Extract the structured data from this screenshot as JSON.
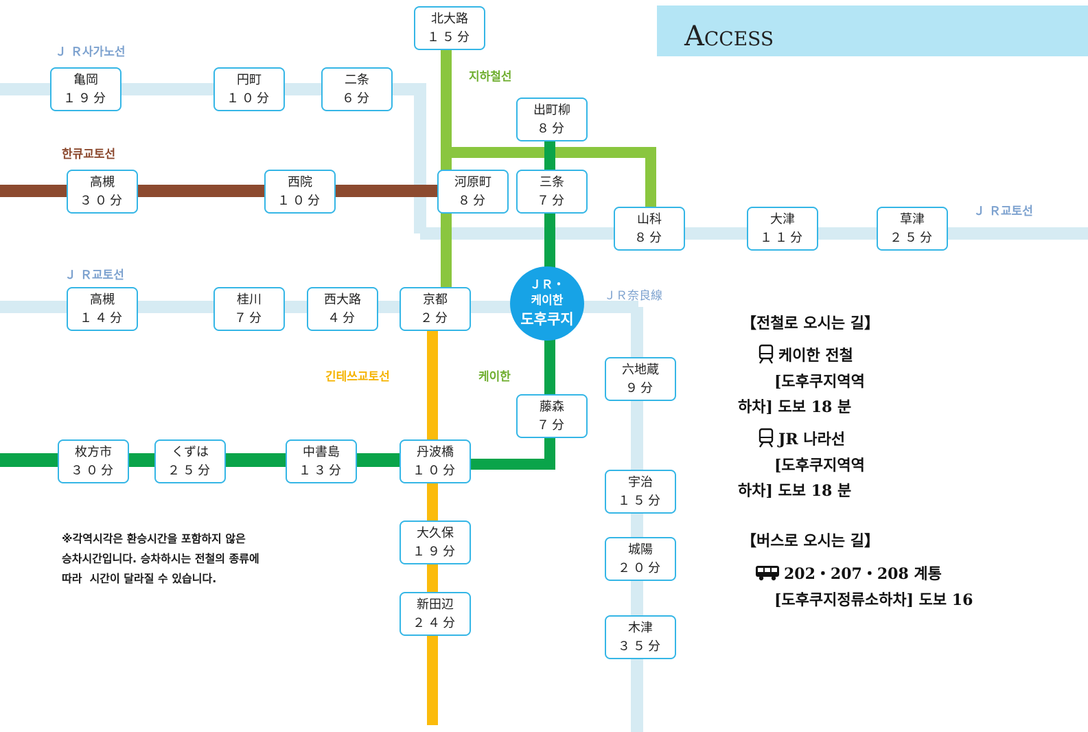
{
  "colors": {
    "jr": "#d6ebf3",
    "hankyu": "#8c4a2f",
    "subway": "#8ac63f",
    "keihan": "#0aa44a",
    "kintetsu": "#fbbb0c",
    "box_border": "#35b6e6",
    "hub": "#17a3e6",
    "access_band": "#b4e5f5"
  },
  "line_labels": {
    "jr_sagano": "Ｊ Ｒ사가노선",
    "hankyu_kyoto": "한큐교토선",
    "subway": "지하철선",
    "jr_kyoto_west": "Ｊ Ｒ교토선",
    "jr_kyoto_east": "Ｊ Ｒ교토선",
    "jr_nara": "ＪＲ奈良線",
    "kintetsu": "긴테쓰교토선",
    "keihan": "케이한"
  },
  "stations": {
    "kitaoji": {
      "name": "北大路",
      "time": "１５分"
    },
    "kameoka": {
      "name": "亀岡",
      "time": "１９分"
    },
    "enmachi": {
      "name": "円町",
      "time": "１０分"
    },
    "nijo": {
      "name": "二条",
      "time": "６分"
    },
    "demachiyanagi": {
      "name": "出町柳",
      "time": "８分"
    },
    "takatsuki_hankyu": {
      "name": "高槻",
      "time": "３０分"
    },
    "saiin": {
      "name": "西院",
      "time": "１０分"
    },
    "kawaramachi": {
      "name": "河原町",
      "time": "８分"
    },
    "sanjo": {
      "name": "三条",
      "time": "７分"
    },
    "yamashina": {
      "name": "山科",
      "time": "８分"
    },
    "otsu": {
      "name": "大津",
      "time": "１１分"
    },
    "kusatsu": {
      "name": "草津",
      "time": "２５分"
    },
    "takatsuki_jr": {
      "name": "高槻",
      "time": "１４分"
    },
    "katsuragawa": {
      "name": "桂川",
      "time": "７分"
    },
    "nishioji": {
      "name": "西大路",
      "time": "４分"
    },
    "kyoto": {
      "name": "京都",
      "time": "２分"
    },
    "rokujizo": {
      "name": "六地蔵",
      "time": "９分"
    },
    "fujinomori": {
      "name": "藤森",
      "time": "７分"
    },
    "hirakatashi": {
      "name": "枚方市",
      "time": "３０分"
    },
    "kuzuha": {
      "name": "くずは",
      "time": "２５分"
    },
    "nakashojima": {
      "name": "中書島",
      "time": "１３分"
    },
    "tambabashi": {
      "name": "丹波橋",
      "time": "１０分"
    },
    "uji": {
      "name": "宇治",
      "time": "１５分"
    },
    "okubo": {
      "name": "大久保",
      "time": "１９分"
    },
    "joyo": {
      "name": "城陽",
      "time": "２０分"
    },
    "shintanabe": {
      "name": "新田辺",
      "time": "２４分"
    },
    "kizu": {
      "name": "木津",
      "time": "３５分"
    }
  },
  "hub": {
    "line1": "ＪＲ・",
    "line2": "케이한",
    "line3": "도후쿠지"
  },
  "access": {
    "title": "Access",
    "train_heading": "【전철로 오시는 길】",
    "keihan_line": "케이한 전철",
    "keihan_stop": "[도후쿠지역역",
    "keihan_walk": "하차] 도보 18 분",
    "jr_line": "JR 나라선",
    "jr_stop": "[도후쿠지역역",
    "jr_walk": "하차] 도보 18 분",
    "bus_heading": "【버스로 오시는 길】",
    "bus_routes": "202・207・208 계통",
    "bus_stop": "[도후쿠지정류소하차] 도보 16",
    "train_icon": "train-icon",
    "bus_icon": "bus-icon"
  },
  "note": {
    "line1": "※각역시각은 환승시간을 포함하지 않은",
    "line2": "승차시간입니다. 승차하시는 전철의 종류에",
    "line3": "따라  시간이 달라질 수 있습니다."
  }
}
